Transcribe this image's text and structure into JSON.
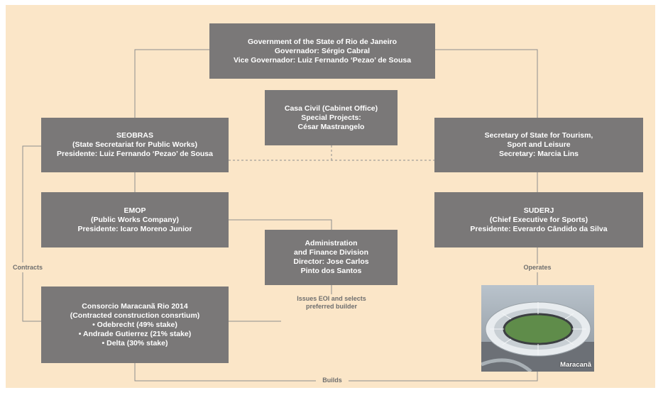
{
  "boxes": {
    "government": {
      "lines": [
        "Government of the State of Rio de Janeiro",
        "Governador: Sérgio Cabral",
        "Vice Governador: Luiz Fernando ‘Pezao’ de Sousa"
      ]
    },
    "casa_civil": {
      "lines": [
        "Casa Civil (Cabinet Office)",
        "Special Projects:",
        "César Mastrangelo"
      ]
    },
    "seobras": {
      "lines": [
        "SEOBRAS",
        "(State Secretariat for Public Works)",
        "Presidente: Luiz Fernando ‘Pezao’ de Sousa"
      ]
    },
    "tourism": {
      "lines": [
        "Secretary of State for Tourism,",
        "Sport and Leisure",
        "Secretary: Marcia Lins"
      ]
    },
    "emop": {
      "lines": [
        "EMOP",
        "(Public Works Company)",
        "Presidente: Icaro Moreno Junior"
      ]
    },
    "suderj": {
      "lines": [
        "SUDERJ",
        "(Chief Executive for Sports)",
        "Presidente: Everardo Cândido da Silva"
      ]
    },
    "admin": {
      "lines": [
        "Administration",
        "and Finance Division",
        "Director: Jose Carlos",
        "Pinto dos Santos"
      ]
    },
    "consorcio": {
      "lines": [
        "Consorcio Maracanã Rio 2014",
        "(Contracted construction consrtium)",
        "• Odebrecht (49% stake)",
        "• Andrade Gutierrez (21% stake)",
        "• Delta (30% stake)"
      ]
    }
  },
  "labels": {
    "contracts": "Contracts",
    "operates": "Operates",
    "issues_line1": "Issues EOI and selects",
    "issues_line2": "preferred builder",
    "builds": "Builds"
  },
  "stadium": {
    "caption": "Maracanã"
  },
  "colors": {
    "background": "#fbe6c8",
    "box": "#7a7878",
    "connector": "#8e8e8e",
    "label": "#6e6e6e"
  }
}
